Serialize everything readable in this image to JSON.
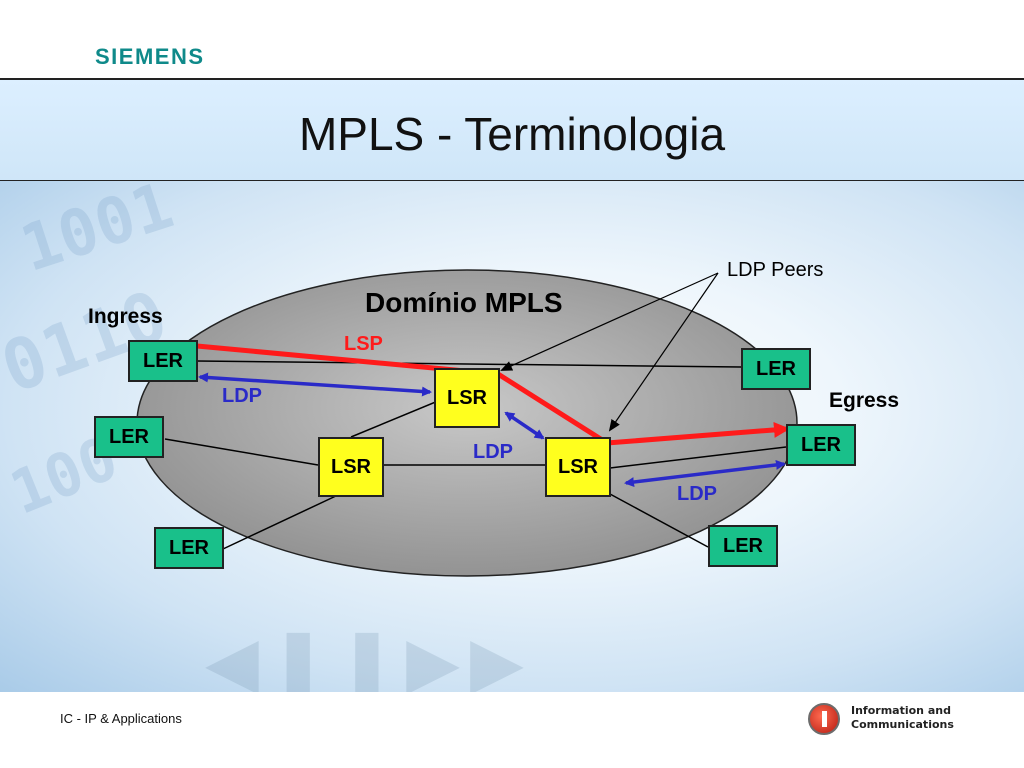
{
  "header": {
    "logo_text": "SIEMENS",
    "title": "MPLS - Terminologia"
  },
  "diagram": {
    "domain_label": "Domínio MPLS",
    "labels": {
      "ingress": "Ingress",
      "egress": "Egress",
      "lsp": "LSP",
      "ldp_peers": "LDP Peers",
      "ldp_1": "LDP",
      "ldp_2": "LDP",
      "ldp_3": "LDP"
    },
    "nodes": {
      "ler_ingress": "LER",
      "ler_left_mid": "LER",
      "ler_left_bottom": "LER",
      "ler_right_top": "LER",
      "ler_egress": "LER",
      "ler_right_bottom": "LER",
      "lsr_top": "LSR",
      "lsr_left": "LSR",
      "lsr_right": "LSR"
    },
    "colors": {
      "ler": "#19c08a",
      "lsr": "#ffff1e",
      "lsp": "#ff1a1a",
      "ldp": "#2a2ac8",
      "domain": "#9a9a9a"
    }
  },
  "footer": {
    "left_text": "IC - IP & Applications",
    "brand_line1": "Information and",
    "brand_line2": "Communications"
  }
}
